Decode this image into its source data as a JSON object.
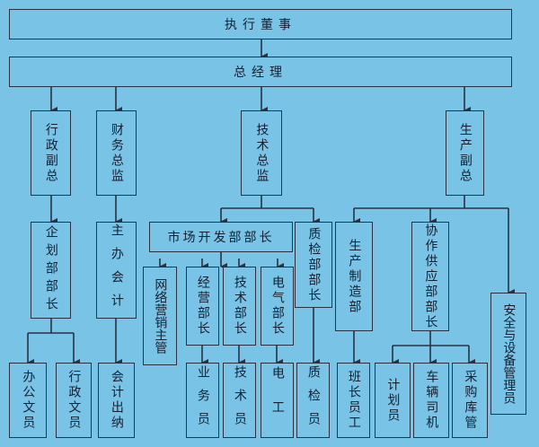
{
  "nodes": {
    "chairman": "执行董事",
    "general_manager": "总经理",
    "admin_vp": "行政副总",
    "finance_director": "财务总监",
    "technical_director": "技术总监",
    "production_vp": "生产副总",
    "planning_manager": "企划部部长",
    "chief_accountant": "主办会计",
    "market_dev_manager": "市场开发部部长",
    "qc_manager": "质检部部长",
    "production_dept": "生产制造部",
    "collab_supply_manager": "协作供应部部长",
    "safety_equipment": "安全与设备管理员",
    "online_marketing": "网络营销主管",
    "operations_manager": "经营部长",
    "tech_manager": "技术部长",
    "electrical_manager": "电气部长",
    "office_clerk": "办公文员",
    "admin_clerk": "行政文员",
    "accountant_cashier": "会计出纳",
    "sales_staff": "业务员",
    "technician": "技术员",
    "electrician": "电工",
    "inspector": "质检员",
    "team_leader": "班长员工",
    "planner": "计划员",
    "driver": "车辆司机",
    "purchasing_warehouse": "采购库管"
  },
  "colors": {
    "background": "#79c3e7",
    "line": "#2a3140",
    "text": "#142030"
  }
}
